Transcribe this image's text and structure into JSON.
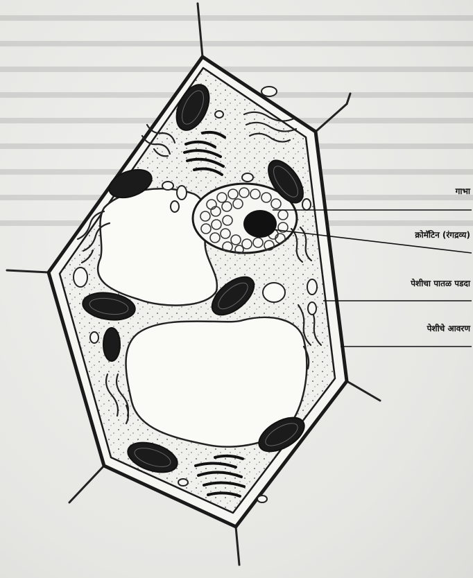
{
  "diagram": {
    "labels": {
      "nucleus": "गाभा",
      "chromatin": "क्रोमॅटिन (रंगद्रव्य)",
      "cell_membrane": "पेशीचा पातळ पडदा",
      "cell_wall": "पेशीचे आवरण"
    }
  }
}
